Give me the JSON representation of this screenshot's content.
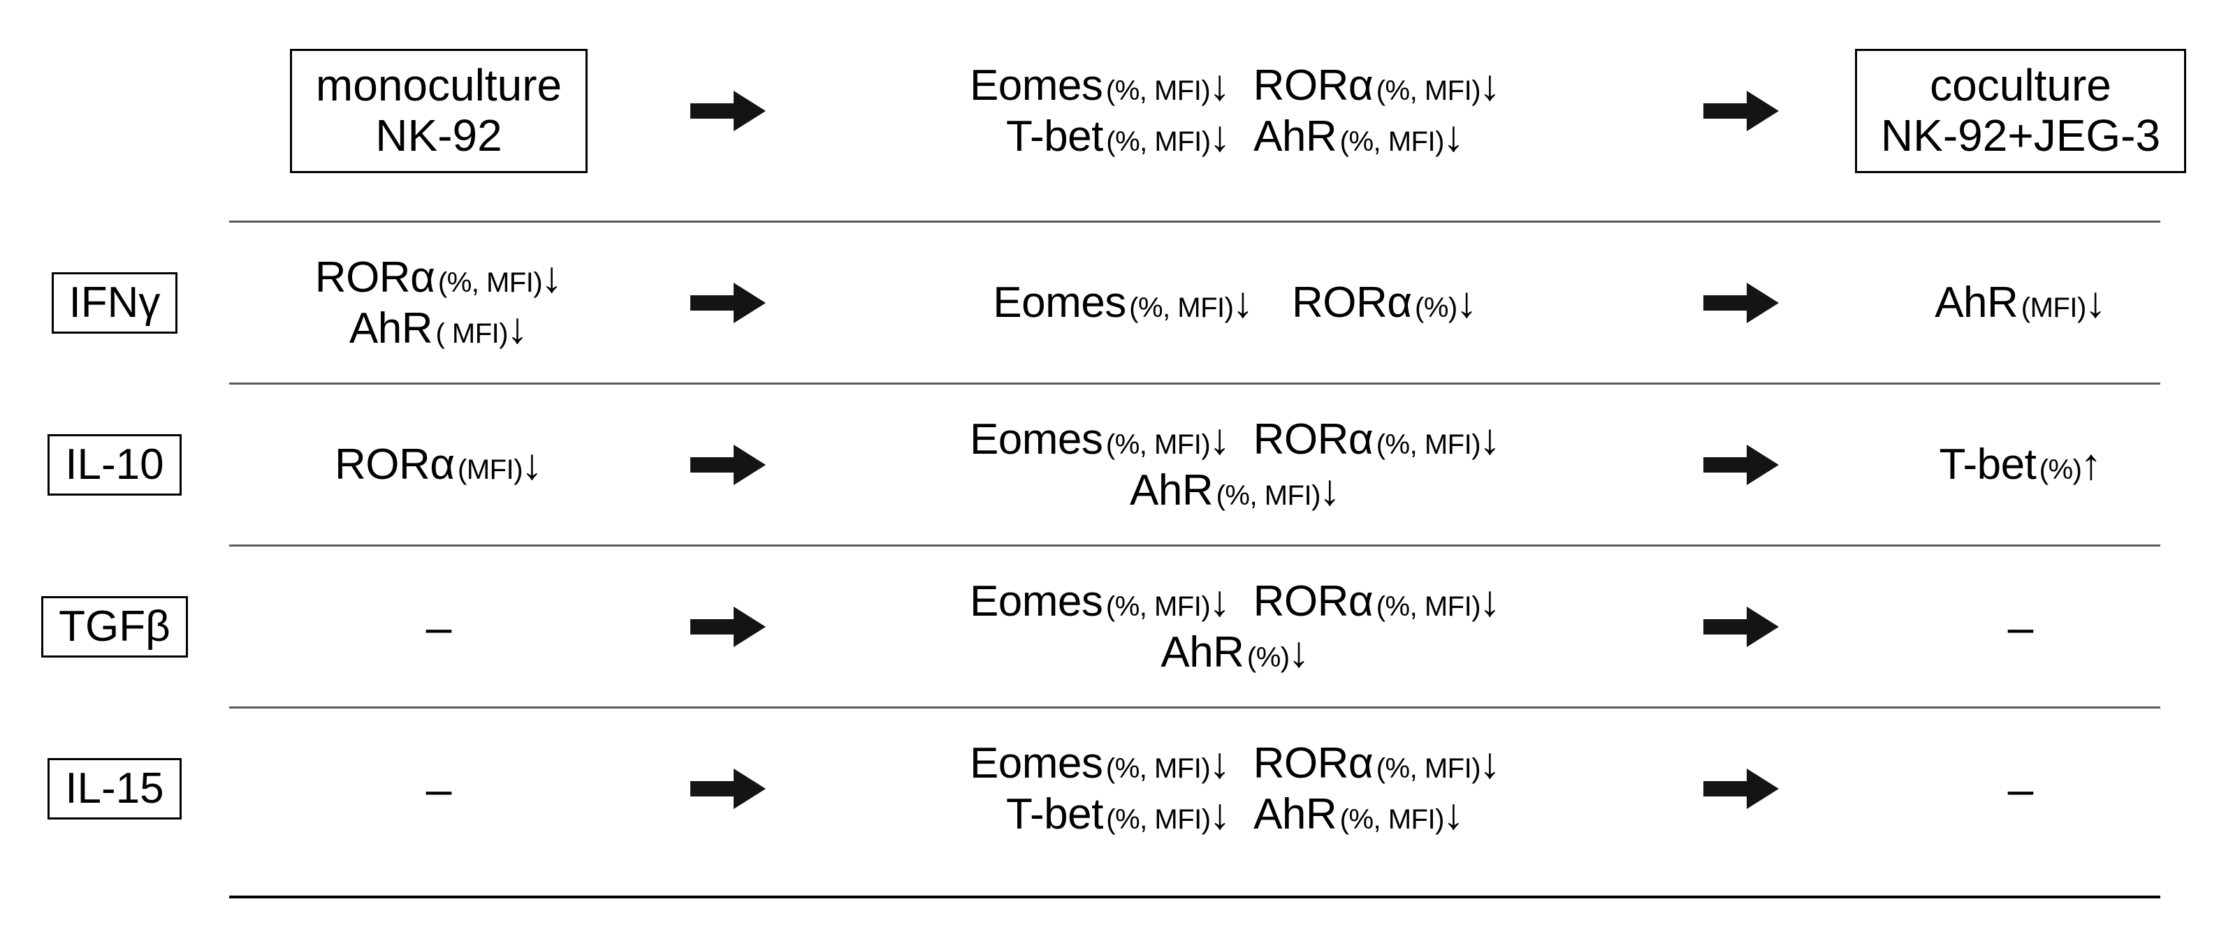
{
  "figure": {
    "type": "summary-table",
    "title": "",
    "columns": [
      "cytokine",
      "monoculture-effect",
      "arrow-1",
      "coculture-transition-effect",
      "arrow-2",
      "coculture-effect"
    ]
  },
  "header": {
    "left_box": {
      "line1": "monoculture",
      "line2": "NK-92"
    },
    "right_box": {
      "line1": "coculture",
      "line2": "NK-92+JEG-3"
    },
    "middle": {
      "lines": [
        [
          {
            "name": "Eomes",
            "qual": "(%, MFI)",
            "dir": "↓"
          },
          {
            "name": "RORα",
            "qual": "(%, MFI)",
            "dir": "↓"
          }
        ],
        [
          {
            "name": "T-bet",
            "qual": "(%, MFI)",
            "dir": "↓"
          },
          {
            "name": "AhR",
            "qual": "(%, MFI)",
            "dir": "↓"
          }
        ]
      ]
    },
    "arrow_1": "right-arrow-icon",
    "arrow_2": "right-arrow-icon"
  },
  "rows": [
    {
      "label": "IFNγ",
      "mono": {
        "lines": [
          [
            {
              "name": "RORα",
              "qual": "(%, MFI)",
              "dir": "↓"
            }
          ],
          [
            {
              "name": "AhR",
              "qual": "( MFI)",
              "dir": "↓"
            }
          ]
        ]
      },
      "middle": {
        "lines": [
          [
            {
              "name": "Eomes",
              "qual": "(%, MFI)",
              "dir": "↓"
            },
            {
              "name": "RORα",
              "qual": "(%)",
              "dir": "↓"
            }
          ]
        ]
      },
      "co": {
        "lines": [
          [
            {
              "name": "AhR",
              "qual": "(MFI)",
              "dir": "↓"
            }
          ]
        ]
      },
      "arrow_1": "right-arrow-icon",
      "arrow_2": "right-arrow-icon"
    },
    {
      "label": "IL-10",
      "mono": {
        "lines": [
          [
            {
              "name": "RORα",
              "qual": "(MFI)",
              "dir": "↓"
            }
          ]
        ]
      },
      "middle": {
        "lines": [
          [
            {
              "name": "Eomes",
              "qual": "(%, MFI)",
              "dir": "↓"
            },
            {
              "name": "RORα",
              "qual": "(%, MFI)",
              "dir": "↓"
            }
          ],
          [
            {
              "name": "AhR",
              "qual": "(%, MFI)",
              "dir": "↓"
            }
          ]
        ]
      },
      "co": {
        "lines": [
          [
            {
              "name": "T-bet",
              "qual": "(%)",
              "dir": "↑"
            }
          ]
        ]
      },
      "arrow_1": "right-arrow-icon",
      "arrow_2": "right-arrow-icon"
    },
    {
      "label": "TGFβ",
      "mono": {
        "dash": "–"
      },
      "middle": {
        "lines": [
          [
            {
              "name": "Eomes",
              "qual": "(%, MFI)",
              "dir": "↓"
            },
            {
              "name": "RORα",
              "qual": "(%, MFI)",
              "dir": "↓"
            }
          ],
          [
            {
              "name": "AhR",
              "qual": "(%)",
              "dir": "↓"
            }
          ]
        ]
      },
      "co": {
        "dash": "–"
      },
      "arrow_1": "right-arrow-icon",
      "arrow_2": "right-arrow-icon"
    },
    {
      "label": "IL-15",
      "mono": {
        "dash": "–"
      },
      "middle": {
        "lines": [
          [
            {
              "name": "Eomes",
              "qual": "(%, MFI)",
              "dir": "↓"
            },
            {
              "name": "RORα",
              "qual": "(%, MFI)",
              "dir": "↓"
            }
          ],
          [
            {
              "name": "T-bet",
              "qual": "(%, MFI)",
              "dir": "↓"
            },
            {
              "name": "AhR",
              "qual": "(%, MFI)",
              "dir": "↓"
            }
          ]
        ]
      },
      "co": {
        "dash": "–"
      },
      "arrow_1": "right-arrow-icon",
      "arrow_2": "right-arrow-icon"
    }
  ],
  "colors": {
    "text": "#000000",
    "rule": "#5a5a5a",
    "rule_bottom": "#000000",
    "background": "#ffffff"
  }
}
